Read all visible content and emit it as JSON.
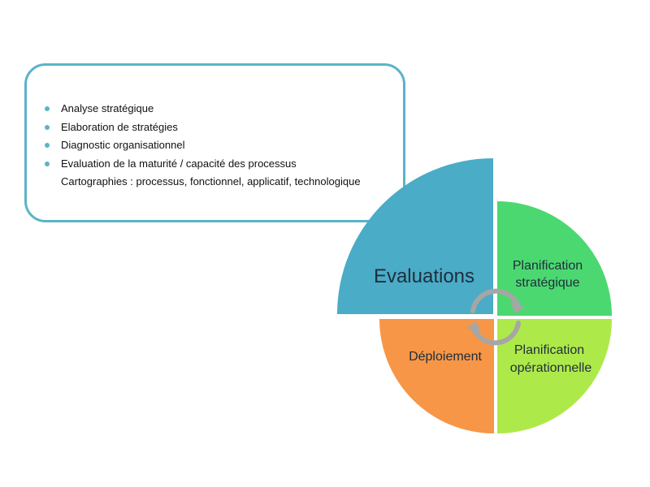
{
  "bullet_box": {
    "items": [
      {
        "text": "Analyse stratégique",
        "bullet": true
      },
      {
        "text": "Elaboration de stratégies",
        "bullet": true
      },
      {
        "text": "Diagnostic organisationnel",
        "bullet": true
      },
      {
        "text": "Evaluation de la maturité / capacité des processus",
        "bullet": true
      },
      {
        "text": "Cartographies : processus, fonctionnel, applicatif, technologique",
        "bullet": false
      }
    ]
  },
  "cycle": {
    "evaluations": "Evaluations",
    "planif_strat_line1": "Planification",
    "planif_strat_line2": "stratégique",
    "planif_oper_line1": "Planification",
    "planif_oper_line2": "opérationnelle",
    "deploiement": "Déploiement"
  },
  "colors": {
    "box_border": "#5bb3c8",
    "evaluations": "#4aacc6",
    "planif_strat": "#4cd870",
    "planif_oper": "#aee94a",
    "deploiement": "#f79646",
    "arrows": "#a6a6a6"
  }
}
